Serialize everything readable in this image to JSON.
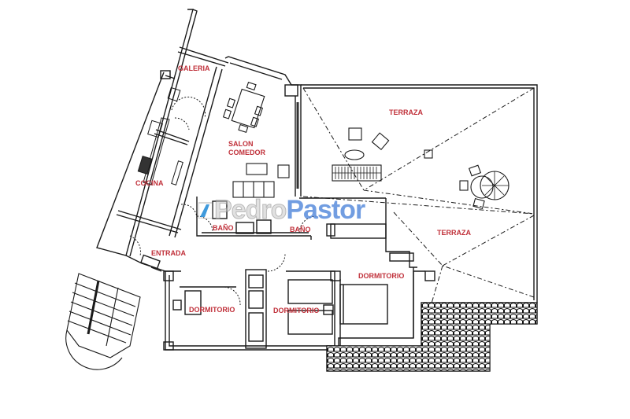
{
  "plan": {
    "rooms": [
      {
        "id": "galeria",
        "label": "GALERIA"
      },
      {
        "id": "salon-comedor",
        "label": "SALON\nCOMEDOR",
        "label_line1": "SALON",
        "label_line2": "COMEDOR"
      },
      {
        "id": "cocina",
        "label": "COCINA"
      },
      {
        "id": "terraza-north",
        "label": "TERRAZA"
      },
      {
        "id": "terraza-east",
        "label": "TERRAZA"
      },
      {
        "id": "bano-1",
        "label": "BAÑO"
      },
      {
        "id": "bano-2",
        "label": "BAÑO"
      },
      {
        "id": "entrada",
        "label": "ENTRADA"
      },
      {
        "id": "dormitorio-1",
        "label": "DORMITORIO"
      },
      {
        "id": "dormitorio-2",
        "label": "DORMITORIO"
      },
      {
        "id": "dormitorio-master",
        "label": "DORMITORIO"
      }
    ],
    "label_color": "#c0303a",
    "line_color": "#1a1a1a"
  },
  "watermark": {
    "part1": "Pedro",
    "part2": "Pastor",
    "part1_color": "#c8c8c8",
    "part2_color": "#588cdc",
    "logo_color": "#2a8fd8"
  }
}
